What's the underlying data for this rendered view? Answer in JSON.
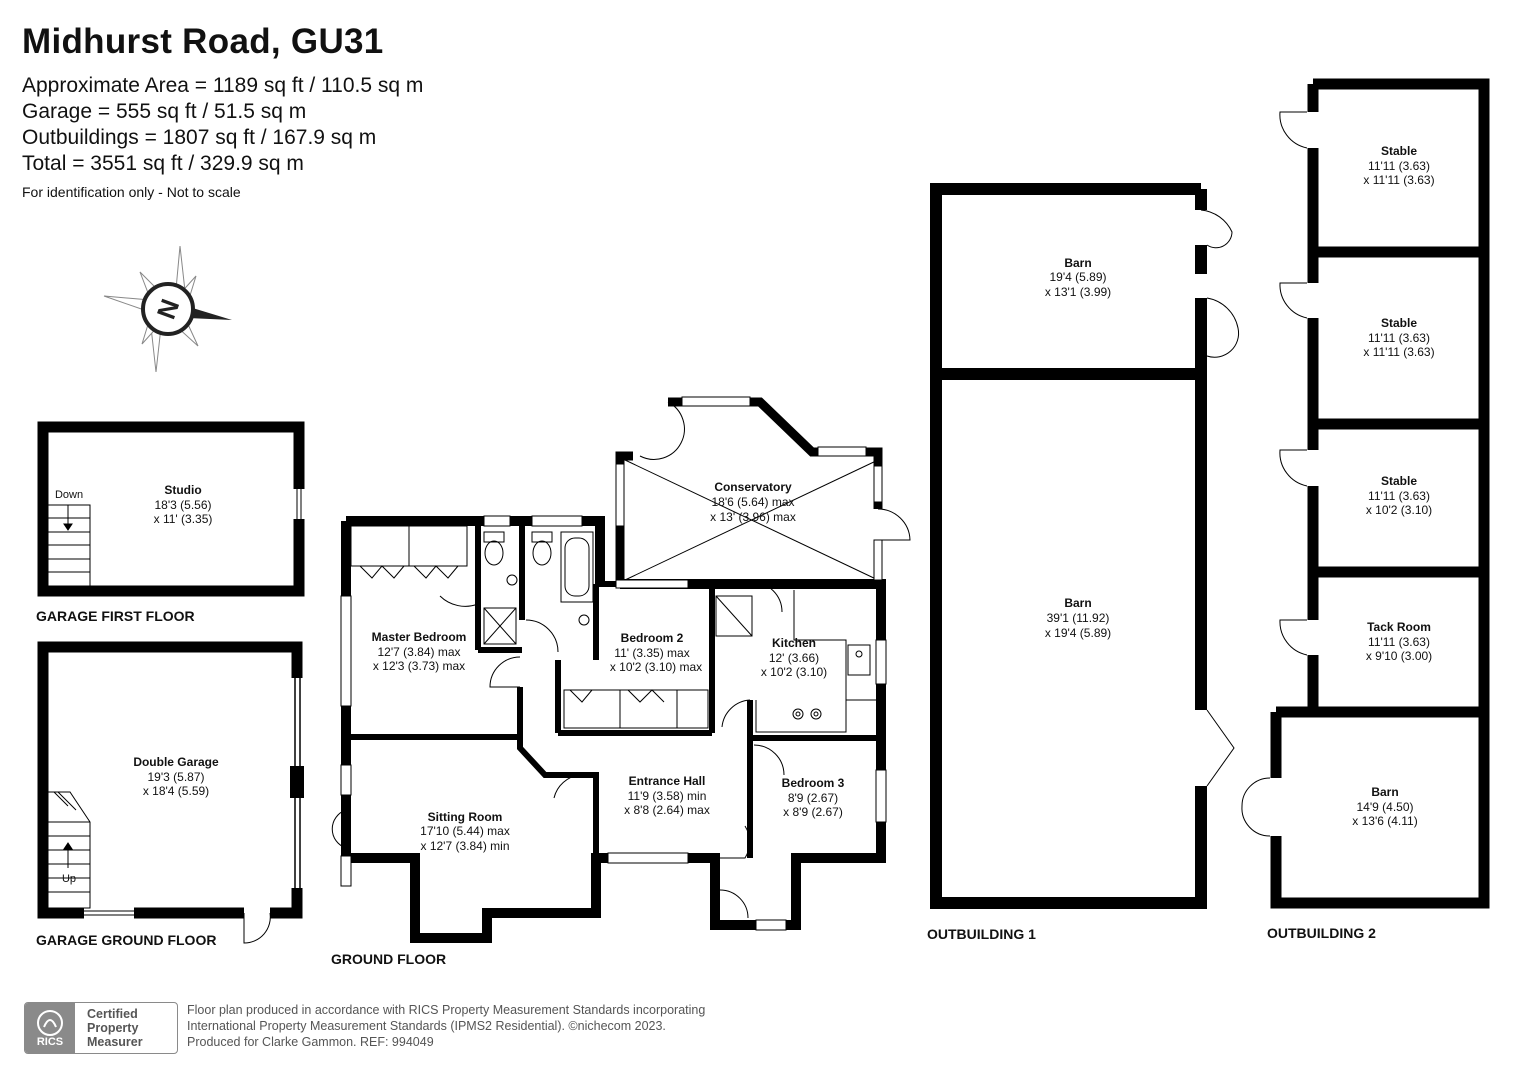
{
  "header": {
    "title": "Midhurst Road, GU31",
    "areas": [
      "Approximate Area = 1189 sq ft / 110.5 sq m",
      "Garage = 555 sq ft / 51.5 sq m",
      "Outbuildings = 1807 sq ft / 167.9 sq m",
      "Total = 3551 sq ft / 329.9 sq m"
    ],
    "disclaimer": "For identification only - Not to scale"
  },
  "compass": {
    "letter": "N"
  },
  "floors": {
    "garage_first": "GARAGE FIRST FLOOR",
    "garage_ground": "GARAGE GROUND FLOOR",
    "ground": "GROUND FLOOR",
    "outbuilding1": "OUTBUILDING 1",
    "outbuilding2": "OUTBUILDING 2"
  },
  "stairs": {
    "down": "Down",
    "up": "Up"
  },
  "rooms": {
    "studio": {
      "name": "Studio",
      "dim1": "18'3 (5.56)",
      "dim2": "x 11' (3.35)"
    },
    "double_garage": {
      "name": "Double Garage",
      "dim1": "19'3 (5.87)",
      "dim2": "x 18'4 (5.59)"
    },
    "master_bedroom": {
      "name": "Master Bedroom",
      "dim1": "12'7 (3.84) max",
      "dim2": "x 12'3 (3.73) max"
    },
    "bedroom2": {
      "name": "Bedroom 2",
      "dim1": "11' (3.35) max",
      "dim2": "x 10'2 (3.10) max"
    },
    "kitchen": {
      "name": "Kitchen",
      "dim1": "12' (3.66)",
      "dim2": "x 10'2 (3.10)"
    },
    "conservatory": {
      "name": "Conservatory",
      "dim1": "18'6 (5.64) max",
      "dim2": "x 13' (3.96) max"
    },
    "sitting_room": {
      "name": "Sitting Room",
      "dim1": "17'10 (5.44) max",
      "dim2": "x 12'7 (3.84) min"
    },
    "entrance_hall": {
      "name": "Entrance Hall",
      "dim1": "11'9 (3.58) min",
      "dim2": "x 8'8 (2.64) max"
    },
    "bedroom3": {
      "name": "Bedroom 3",
      "dim1": "8'9 (2.67)",
      "dim2": "x 8'9 (2.67)"
    },
    "barn_small": {
      "name": "Barn",
      "dim1": "19'4 (5.89)",
      "dim2": "x 13'1 (3.99)"
    },
    "barn_large": {
      "name": "Barn",
      "dim1": "39'1 (11.92)",
      "dim2": "x 19'4 (5.89)"
    },
    "stable1": {
      "name": "Stable",
      "dim1": "11'11 (3.63)",
      "dim2": "x 11'11 (3.63)"
    },
    "stable2": {
      "name": "Stable",
      "dim1": "11'11 (3.63)",
      "dim2": "x 11'11 (3.63)"
    },
    "stable3": {
      "name": "Stable",
      "dim1": "11'11 (3.63)",
      "dim2": "x 10'2 (3.10)"
    },
    "tack_room": {
      "name": "Tack Room",
      "dim1": "11'11 (3.63)",
      "dim2": "x 9'10 (3.00)"
    },
    "barn_ob2": {
      "name": "Barn",
      "dim1": "14'9 (4.50)",
      "dim2": "x 13'6 (4.11)"
    }
  },
  "footer": {
    "badge_lines": [
      "Certified",
      "Property",
      "Measurer"
    ],
    "badge_logo": "RICS",
    "lines": [
      "Floor plan produced in accordance with RICS Property Measurement Standards incorporating",
      "International Property Measurement Standards (IPMS2 Residential).   ©nichecom 2023.",
      "Produced for Clarke Gammon.   REF: 994049"
    ]
  }
}
